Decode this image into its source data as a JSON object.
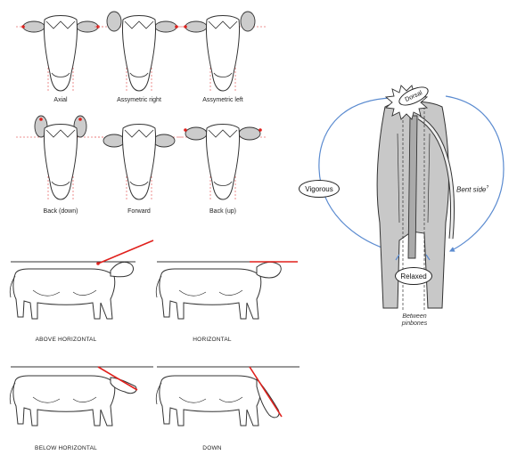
{
  "ear_positions": {
    "captions": [
      "Axial",
      "Assymetric right",
      "Assymetric left",
      "Back (down)",
      "Forward",
      "Back (up)"
    ]
  },
  "neck_positions": {
    "captions": [
      "ABOVE HORIZONTAL",
      "HORIZONTAL",
      "BELOW HORIZONTAL",
      "DOWN"
    ]
  },
  "tail_positions": {
    "labels": {
      "top": "Dorsal",
      "left": "Vigorous",
      "right": "Bent side",
      "right_superscript": "?",
      "bottom": "Relaxed",
      "footnote_line1": "Between",
      "footnote_line2": "pinbones"
    }
  },
  "colors": {
    "line": "#333333",
    "ear_fill": "#cccccc",
    "marker": "#e0201c",
    "guide": "#e87070",
    "arrow": "#5b8bd0",
    "tail_body": "#c8c8c8"
  }
}
